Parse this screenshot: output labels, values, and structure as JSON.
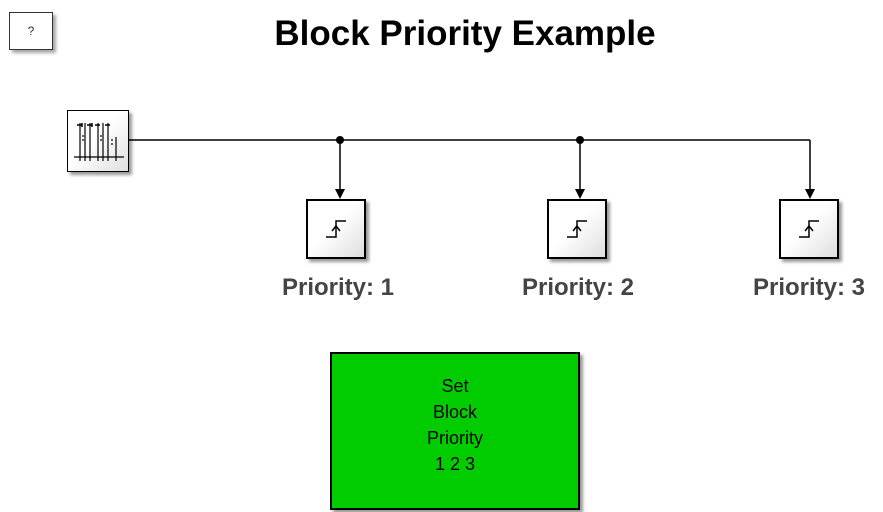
{
  "help_block": {
    "label": "?"
  },
  "title": "Block Priority Example",
  "event_generator": {
    "icon": "event-train-icon"
  },
  "triggers": [
    {
      "label": "Priority: 1",
      "icon": "rising-edge-icon"
    },
    {
      "label": "Priority: 2",
      "icon": "rising-edge-icon"
    },
    {
      "label": "Priority: 3",
      "icon": "rising-edge-icon"
    }
  ],
  "set_priority_block": {
    "lines": [
      "Set",
      "Block",
      "Priority",
      "1 2 3"
    ],
    "color": "#00cc00"
  }
}
